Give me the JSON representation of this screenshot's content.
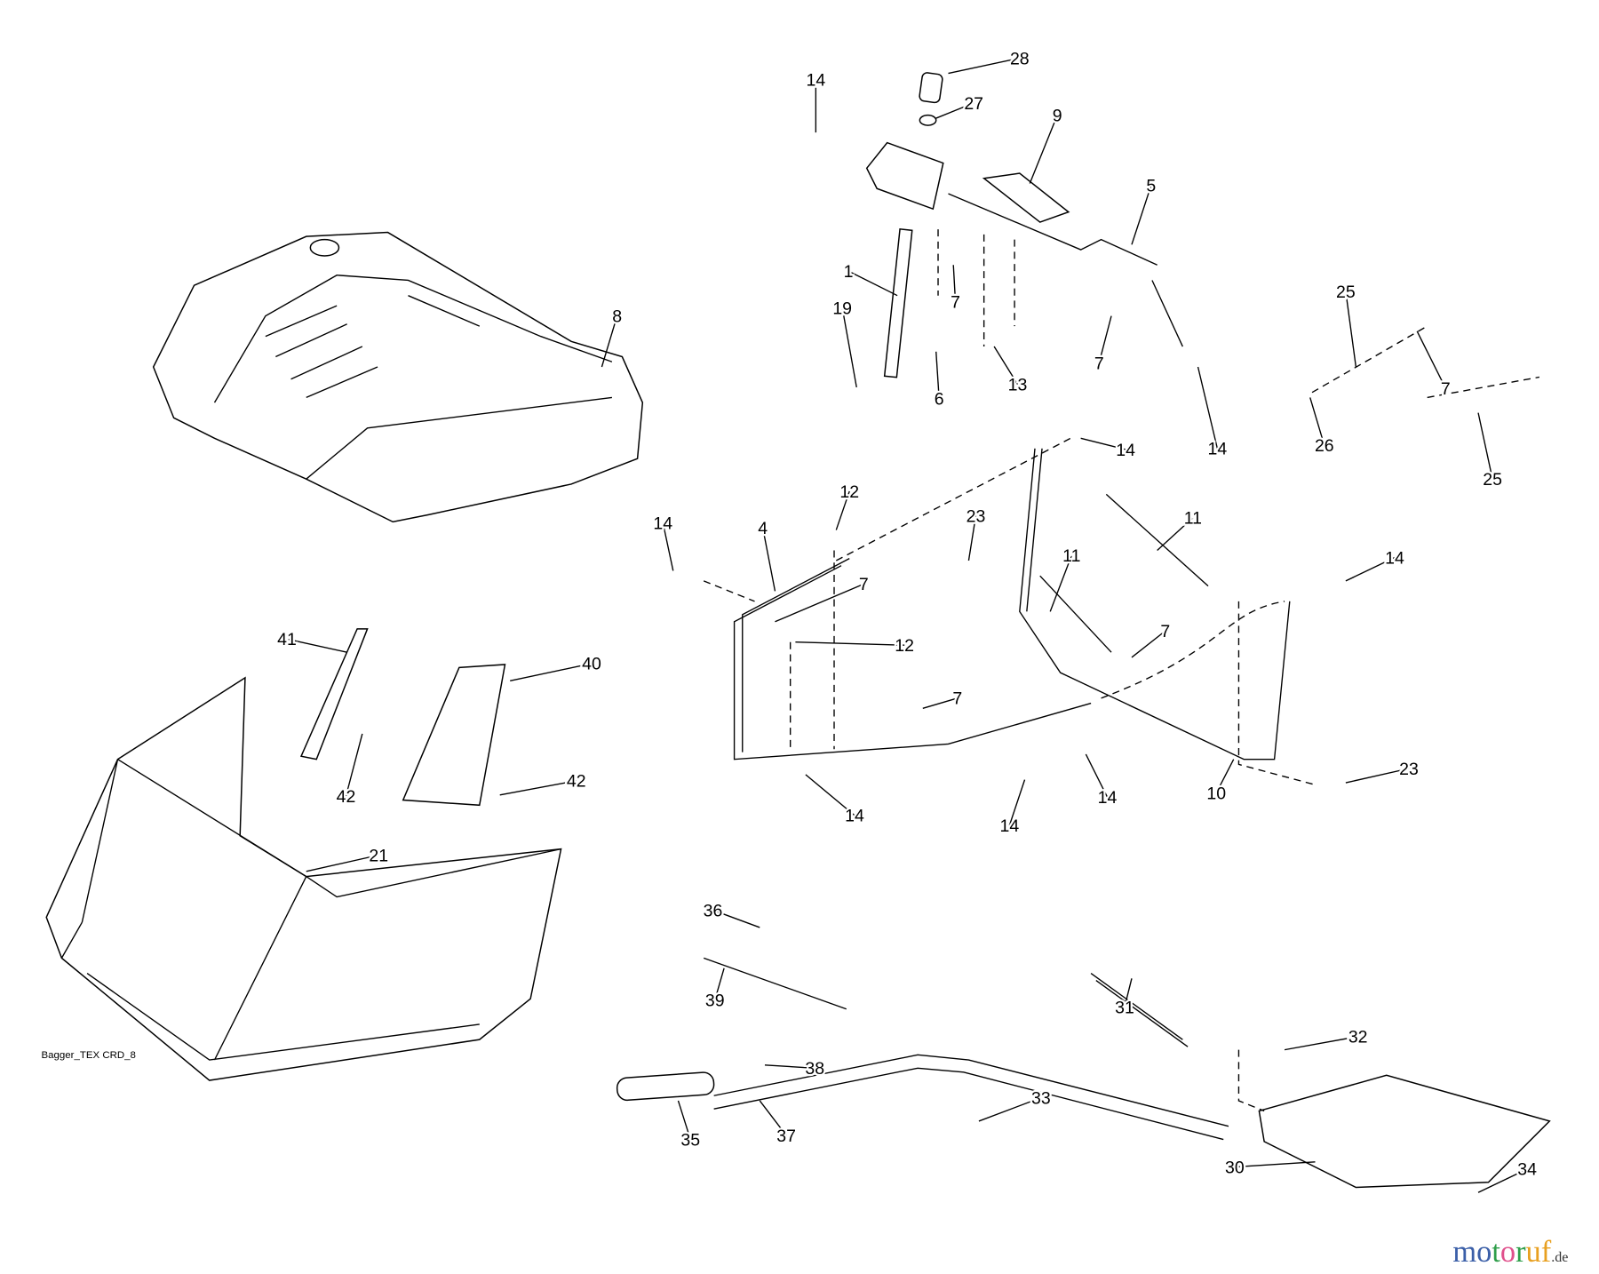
{
  "diagram": {
    "callouts": [
      "28",
      "27",
      "14",
      "9",
      "5",
      "8",
      "1",
      "19",
      "6",
      "7",
      "13",
      "7",
      "14",
      "25",
      "7",
      "26",
      "25",
      "14",
      "12",
      "14",
      "4",
      "23",
      "11",
      "11",
      "14",
      "7",
      "12",
      "7",
      "41",
      "40",
      "7",
      "42",
      "42",
      "14",
      "14",
      "14",
      "10",
      "23",
      "21",
      "36",
      "39",
      "31",
      "32",
      "38",
      "33",
      "35",
      "37",
      "30",
      "34"
    ],
    "footer_code": "Bagger_TEX CRD_8",
    "watermark": {
      "letters": [
        "m",
        "o",
        "t",
        "o",
        "r",
        "u",
        "f"
      ],
      "suffix": ".de",
      "colors": [
        "#3b5fa8",
        "#3b5fa8",
        "#2e9e4a",
        "#e0508c",
        "#2e9e4a",
        "#e8a020",
        "#e8a020"
      ]
    }
  }
}
